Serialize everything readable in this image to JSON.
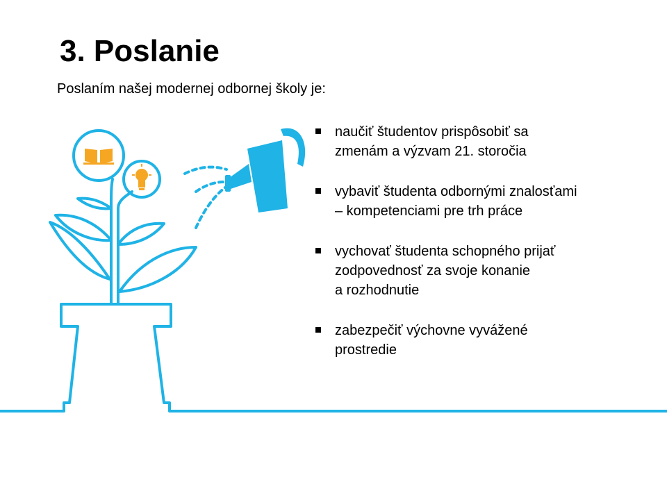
{
  "title": "3. Poslanie",
  "subtitle": "Poslaním našej modernej odbornej školy je:",
  "bullets": [
    {
      "lines": [
        "naučiť študentov prispôsobiť sa",
        "zmenám a výzvam 21. storočia"
      ]
    },
    {
      "lines": [
        "vybaviť  študenta odbornými znalosťami",
        "– kompetenciami pre trh práce"
      ]
    },
    {
      "lines": [
        "vychovať  študenta schopného prijať",
        "zodpovednosť za svoje konanie",
        "a rozhodnutie"
      ]
    },
    {
      "lines": [
        "zabezpečiť výchovne vyvážené",
        "prostredie"
      ]
    }
  ],
  "colors": {
    "accent": "#1fb3e6",
    "icon": "#f5a623",
    "text": "#000000"
  },
  "icons": [
    "book-icon",
    "lightbulb-icon",
    "watering-can-icon",
    "plant-pot-icon"
  ]
}
